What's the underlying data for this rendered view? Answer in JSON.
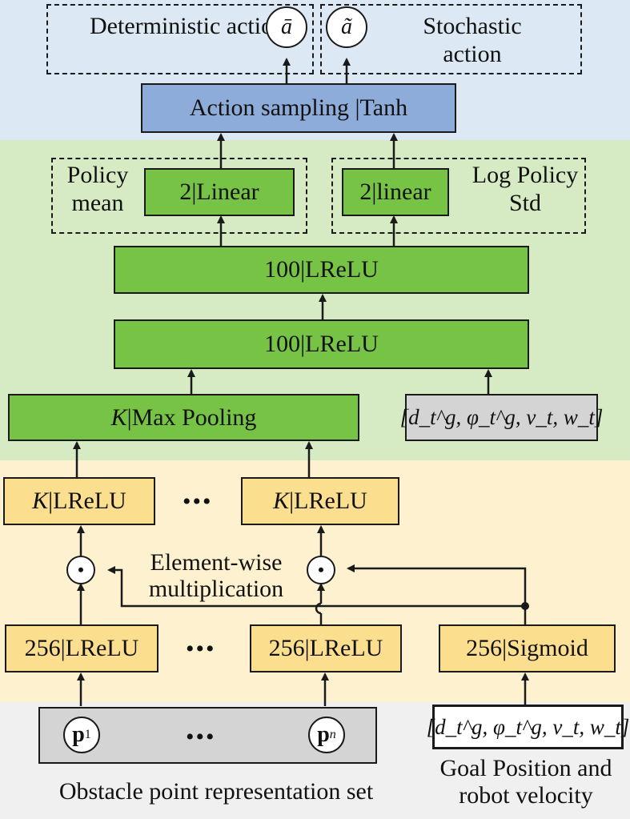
{
  "top": {
    "deterministic_label": "Deterministic action",
    "deterministic_symbol": "ā",
    "stochastic_symbol": "ã",
    "stochastic_label": "Stochastic action",
    "action_sampling": "Action sampling |Tanh"
  },
  "policy": {
    "mean_label": "Policy mean",
    "mean_layer": "2|Linear",
    "std_layer": "2|linear",
    "std_label": "Log Policy Std",
    "fc2": "100|LReLU",
    "fc1": "100|LReLU",
    "max_pool_k": "K",
    "max_pool_rest": "|Max Pooling",
    "state_vector": "[d_t^g, φ_t^g, v_t, w_t]"
  },
  "encoder": {
    "k_lrelu_left_k": "K",
    "k_lrelu_left_rest": "|LReLU",
    "k_lrelu_right_k": "K",
    "k_lrelu_right_rest": "|LReLU",
    "ellipsis": "•••",
    "mult_label": "Element-wise multiplication",
    "lrelu256_left": "256|LReLU",
    "lrelu256_right": "256|LReLU",
    "sigmoid256": "256|Sigmoid"
  },
  "input": {
    "p1": "p",
    "p1_sub": "1",
    "pn": "p",
    "pn_sub": "n",
    "ellipsis": "•••",
    "obstacle_label": "Obstacle point representation set",
    "goal_vector": "[d_t^g, φ_t^g, v_t, w_t]",
    "goal_label": "Goal Position and robot velocity"
  }
}
